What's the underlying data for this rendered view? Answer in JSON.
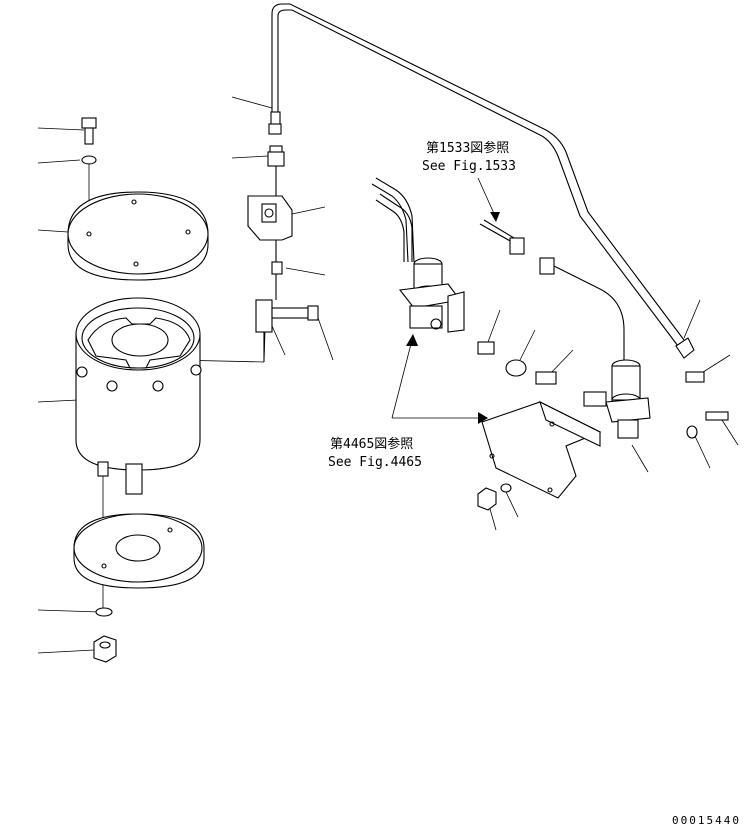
{
  "references": {
    "fig1533_jp": "第1533図参照",
    "fig1533_en": "See Fig.1533",
    "fig4465_jp": "第4465図参照",
    "fig4465_en": "See Fig.4465"
  },
  "drawing_code": "00015440"
}
